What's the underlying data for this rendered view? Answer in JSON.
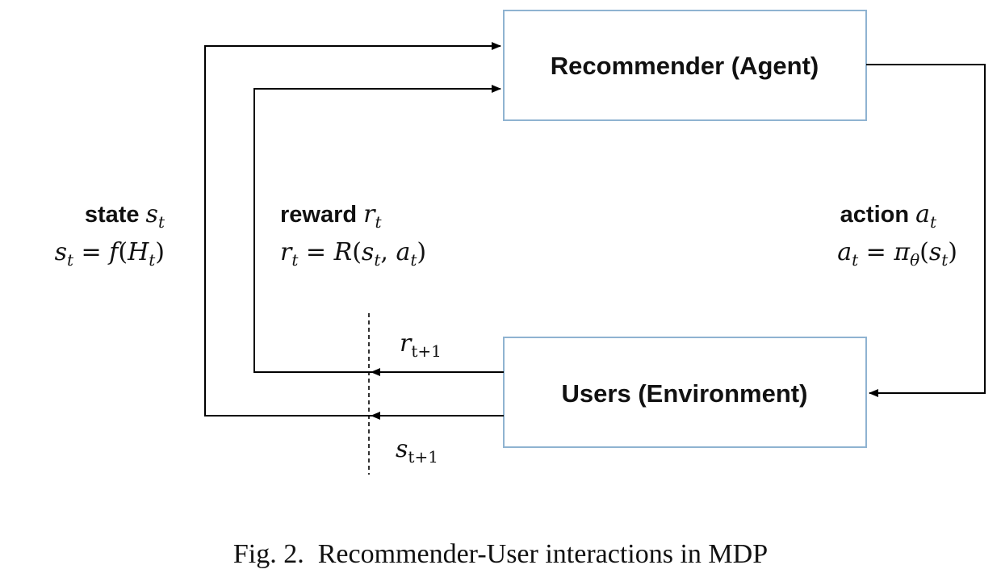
{
  "agent": {
    "label": "Recommender (Agent)"
  },
  "env": {
    "label": "Users (Environment)"
  },
  "state": {
    "title": "state",
    "symbol": "s",
    "sub": "t",
    "formula_lhs": "s",
    "formula_lhs_sub": "t",
    "formula_eq": " = ",
    "formula_fn": "f",
    "formula_open": "(",
    "formula_arg": "H",
    "formula_arg_sub": "t",
    "formula_close": ")"
  },
  "reward": {
    "title": "reward",
    "symbol": "r",
    "sub": "t",
    "formula_lhs": "r",
    "formula_lhs_sub": "t",
    "formula_eq": " = ",
    "formula_fn": "R",
    "formula_open": "(",
    "formula_arg1": "s",
    "formula_arg1_sub": "t",
    "formula_comma": ", ",
    "formula_arg2": "a",
    "formula_arg2_sub": "t",
    "formula_close": ")"
  },
  "action": {
    "title": "action",
    "symbol": "a",
    "sub": "t",
    "formula_lhs": "a",
    "formula_lhs_sub": "t",
    "formula_eq": " = ",
    "formula_fn": "π",
    "formula_fn_sub": "θ",
    "formula_open": "(",
    "formula_arg": "s",
    "formula_arg_sub": "t",
    "formula_close": ")"
  },
  "next_reward": {
    "symbol": "r",
    "sub": "t+1"
  },
  "next_state": {
    "symbol": "s",
    "sub": "t+1"
  },
  "caption": {
    "prefix": "Fig. 2.",
    "text": "Recommender-User interactions in MDP"
  },
  "colors": {
    "box_border": "#8fb3d1",
    "line": "#000000",
    "text": "#111111"
  }
}
